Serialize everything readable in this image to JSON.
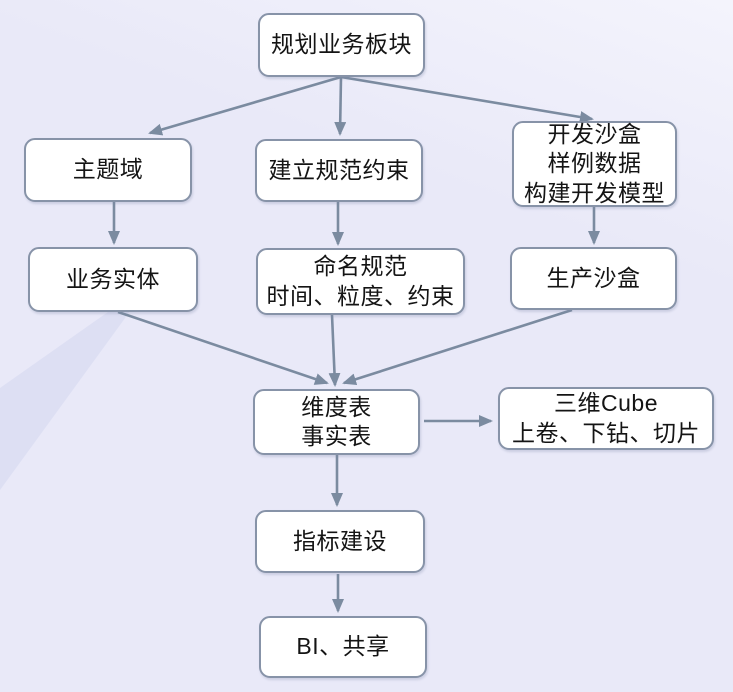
{
  "diagram": {
    "type": "flowchart",
    "nodes": {
      "plan": {
        "label": "规划业务板块"
      },
      "subject": {
        "label": "主题域"
      },
      "constraint": {
        "label": "建立规范约束"
      },
      "dev_sandbox": {
        "label": "开发沙盒\n样例数据\n构建开发模型"
      },
      "entity": {
        "label": "业务实体"
      },
      "naming": {
        "label": "命名规范\n时间、粒度、约束"
      },
      "prod_sandbox": {
        "label": "生产沙盒"
      },
      "dim_fact": {
        "label": "维度表\n事实表"
      },
      "cube": {
        "label": "三维Cube\n上卷、下钻、切片"
      },
      "metric": {
        "label": "指标建设"
      },
      "bi": {
        "label": "BI、共享"
      }
    },
    "edges": [
      {
        "from": "plan",
        "to": "subject"
      },
      {
        "from": "plan",
        "to": "constraint"
      },
      {
        "from": "plan",
        "to": "dev_sandbox"
      },
      {
        "from": "subject",
        "to": "entity"
      },
      {
        "from": "constraint",
        "to": "naming"
      },
      {
        "from": "dev_sandbox",
        "to": "prod_sandbox"
      },
      {
        "from": "entity",
        "to": "dim_fact"
      },
      {
        "from": "naming",
        "to": "dim_fact"
      },
      {
        "from": "prod_sandbox",
        "to": "dim_fact"
      },
      {
        "from": "dim_fact",
        "to": "cube"
      },
      {
        "from": "dim_fact",
        "to": "metric"
      },
      {
        "from": "metric",
        "to": "bi"
      }
    ]
  },
  "colors": {
    "background": "#e9e9f8",
    "band": "#cfd2ee",
    "box_fill": "#ffffff",
    "box_border": "#8793a8",
    "arrow": "#7b8ba0",
    "text": "#141414",
    "highlight": "#f4f4fc"
  }
}
